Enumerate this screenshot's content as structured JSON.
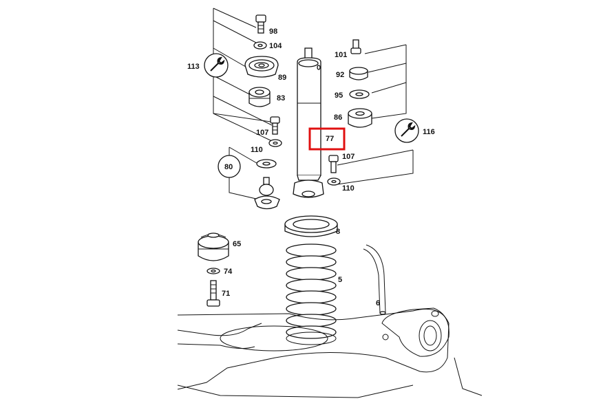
{
  "labels": {
    "p98": "98",
    "p104": "104",
    "p89": "89",
    "p83": "83",
    "p107a": "107",
    "p110a": "110",
    "p113": "113",
    "p80": "80",
    "p101": "101",
    "p92": "92",
    "p95": "95",
    "p86": "86",
    "p116": "116",
    "p77": "77",
    "p107b": "107",
    "p110b": "110",
    "p8": "8",
    "p65": "65",
    "p74": "74",
    "p71": "71",
    "p5": "5",
    "p6": "6"
  },
  "highlight": {
    "label": "77",
    "color": "#e01010"
  },
  "icons": [
    "wrench-icon",
    "wrench-icon"
  ]
}
